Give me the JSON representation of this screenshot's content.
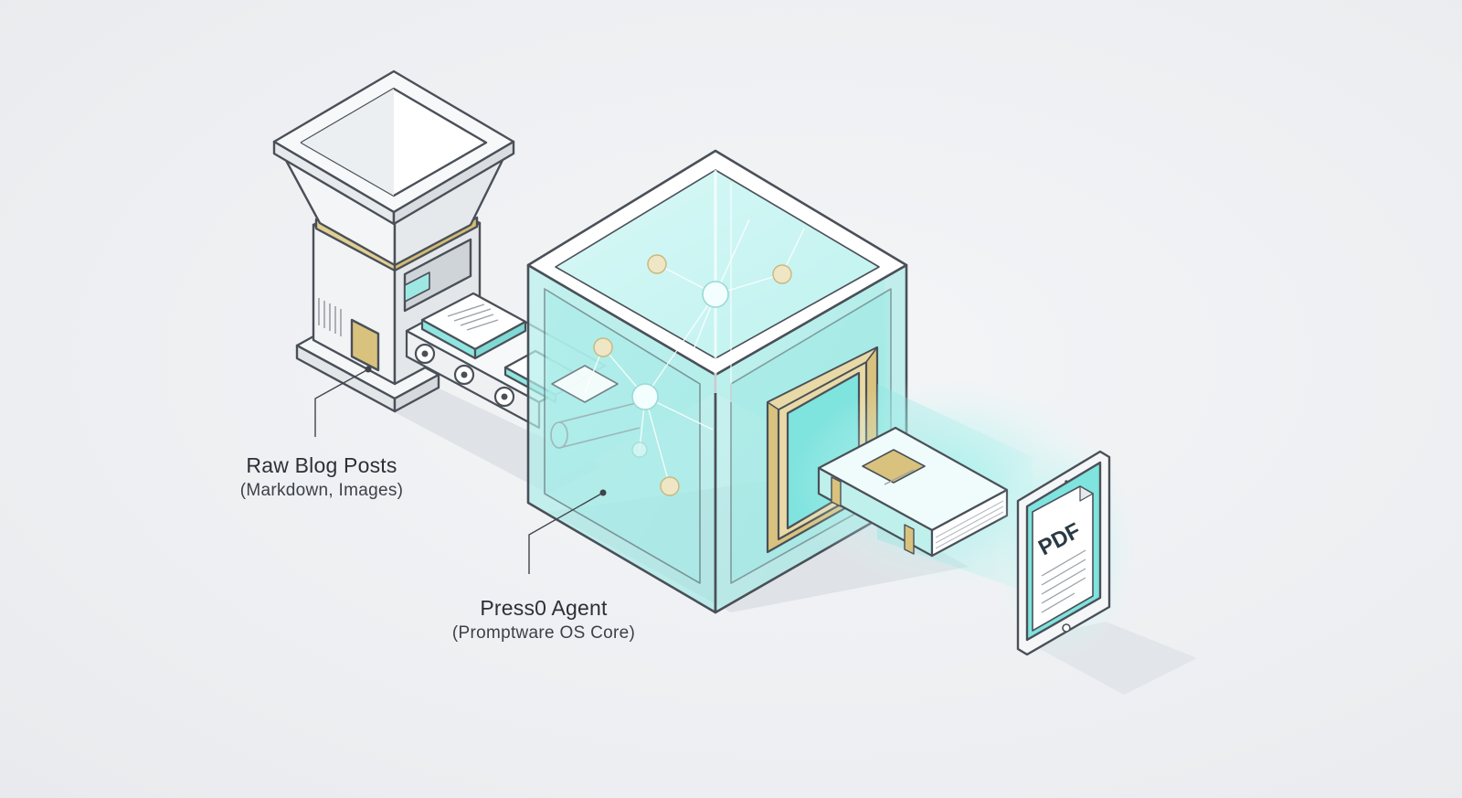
{
  "labels": {
    "input": {
      "title": "Raw Blog Posts",
      "subtitle": "(Markdown, Images)"
    },
    "agent": {
      "title": "Press0 Agent",
      "subtitle": "(Promptware OS Core)"
    }
  },
  "tablet": {
    "screen_text": "PDF"
  },
  "colors": {
    "background": "#eef0f3",
    "outline": "#4a5058",
    "glass": "#7fe3de",
    "gold": "#d9c27e",
    "glow": "#9ff0ea"
  }
}
